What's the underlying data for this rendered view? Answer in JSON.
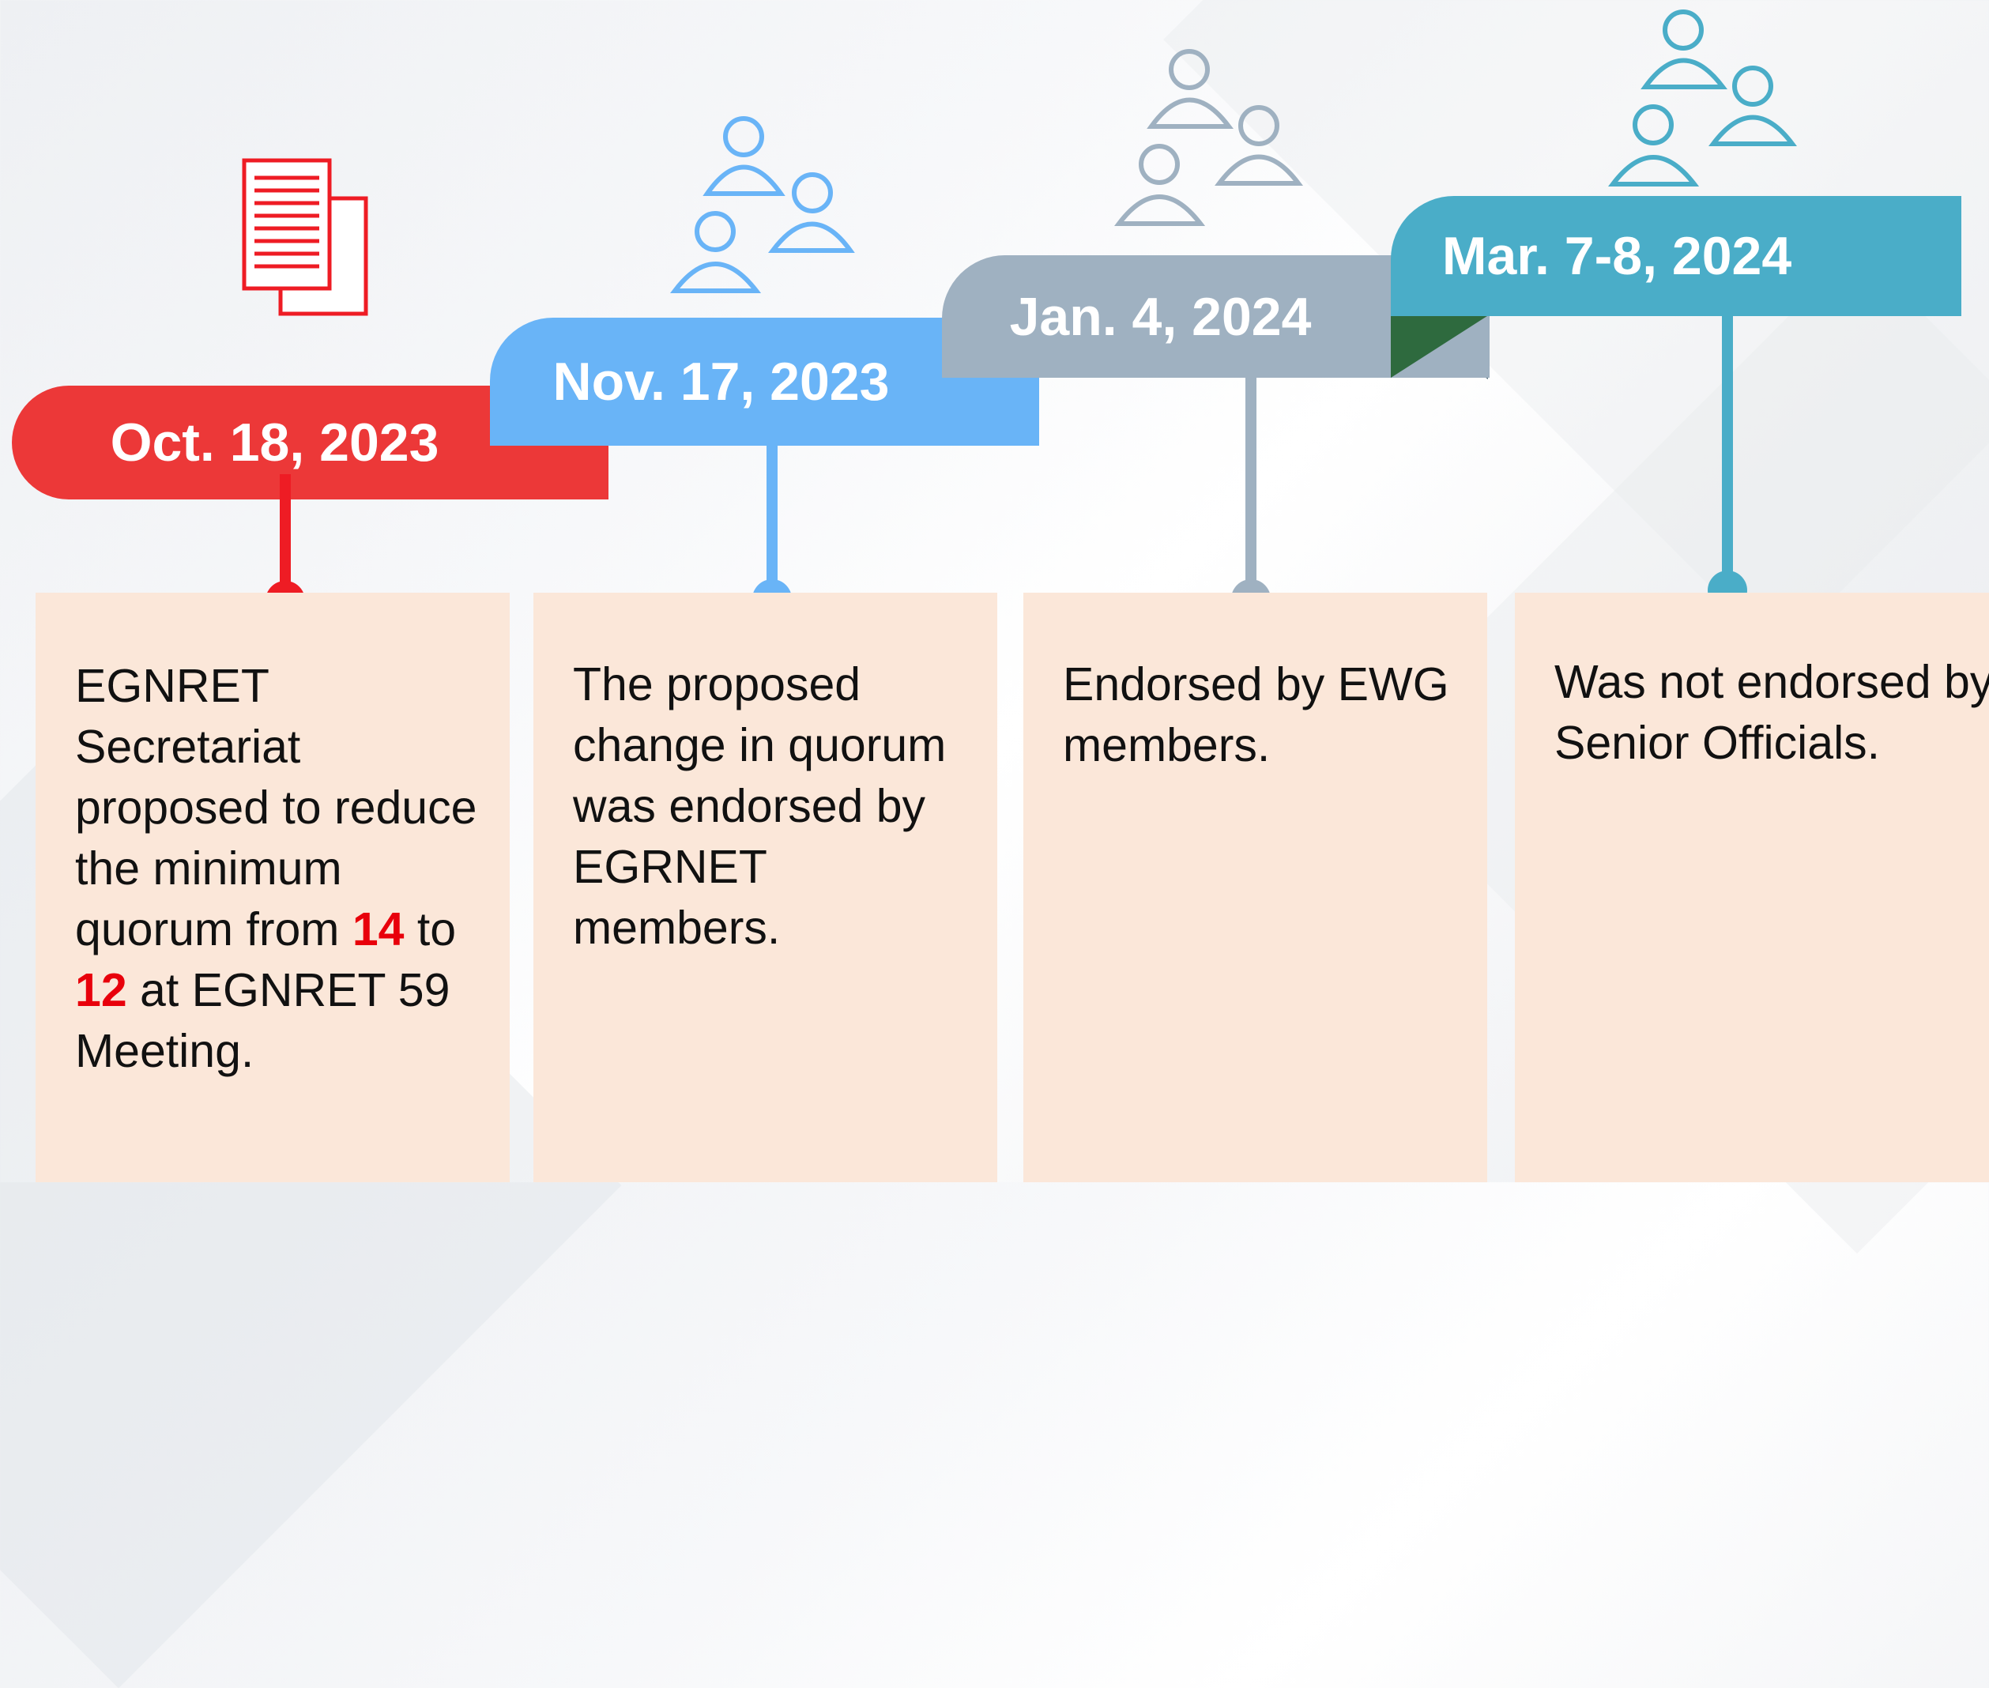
{
  "timeline": [
    {
      "date": "Oct. 18, 2023",
      "color": "#ec3838",
      "description_parts": [
        "EGNRET Secretariat proposed to reduce the minimum quorum from ",
        "14",
        " to ",
        "12",
        " at EGNRET 59 Meeting."
      ],
      "icon": "document-icon"
    },
    {
      "date": "Nov. 17, 2023",
      "color": "#69b4f7",
      "description": "The proposed change in quorum was endorsed by EGRNET members.",
      "icon": "people-group-icon"
    },
    {
      "date": "Jan. 4, 2024",
      "color": "#9fb1c1",
      "description": "Endorsed by EWG members.",
      "icon": "people-group-icon"
    },
    {
      "date": "Mar. 7-8, 2024",
      "color": "#4aadc8",
      "description": "Was not endorsed by Senior Officials.",
      "icon": "people-group-icon"
    }
  ],
  "highlight_color": "#e8000b"
}
